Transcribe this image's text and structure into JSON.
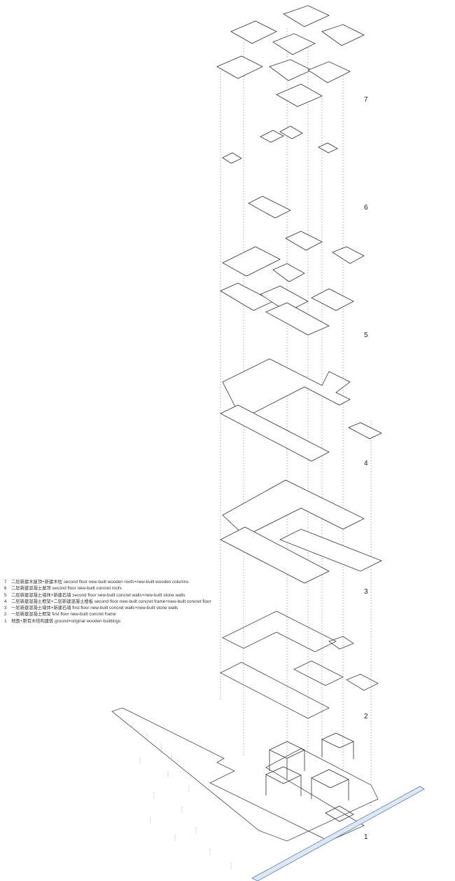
{
  "layers": [
    {
      "num": "7",
      "zh": "二层新建木屋顶+新建木柱",
      "en": "second floor new-built wooden roofs+new-built wooden columns"
    },
    {
      "num": "6",
      "zh": "二层新建混凝土屋顶",
      "en": "second floor new-built concret roofs"
    },
    {
      "num": "5",
      "zh": "二层新建混凝土墙体+新建石墙",
      "en": "second floor new-built concret walls+new-built stone walls"
    },
    {
      "num": "4",
      "zh": "二层新建混凝土框架+二层新建混凝土楼板",
      "en": "second floor new-built concret frame+new-built concret floor"
    },
    {
      "num": "3",
      "zh": "一层新建混凝土墙体+新建石墙",
      "en": "first floor new-built concret walls+new-built stone walls"
    },
    {
      "num": "2",
      "zh": "一层新建混凝土框架",
      "en": "first floor new-built concret frame"
    },
    {
      "num": "1",
      "zh": "地面+原有木结构建筑",
      "en": "ground+original wooden buildings"
    }
  ],
  "colors": {
    "line": "#333333",
    "water": "#5b7fb0"
  }
}
